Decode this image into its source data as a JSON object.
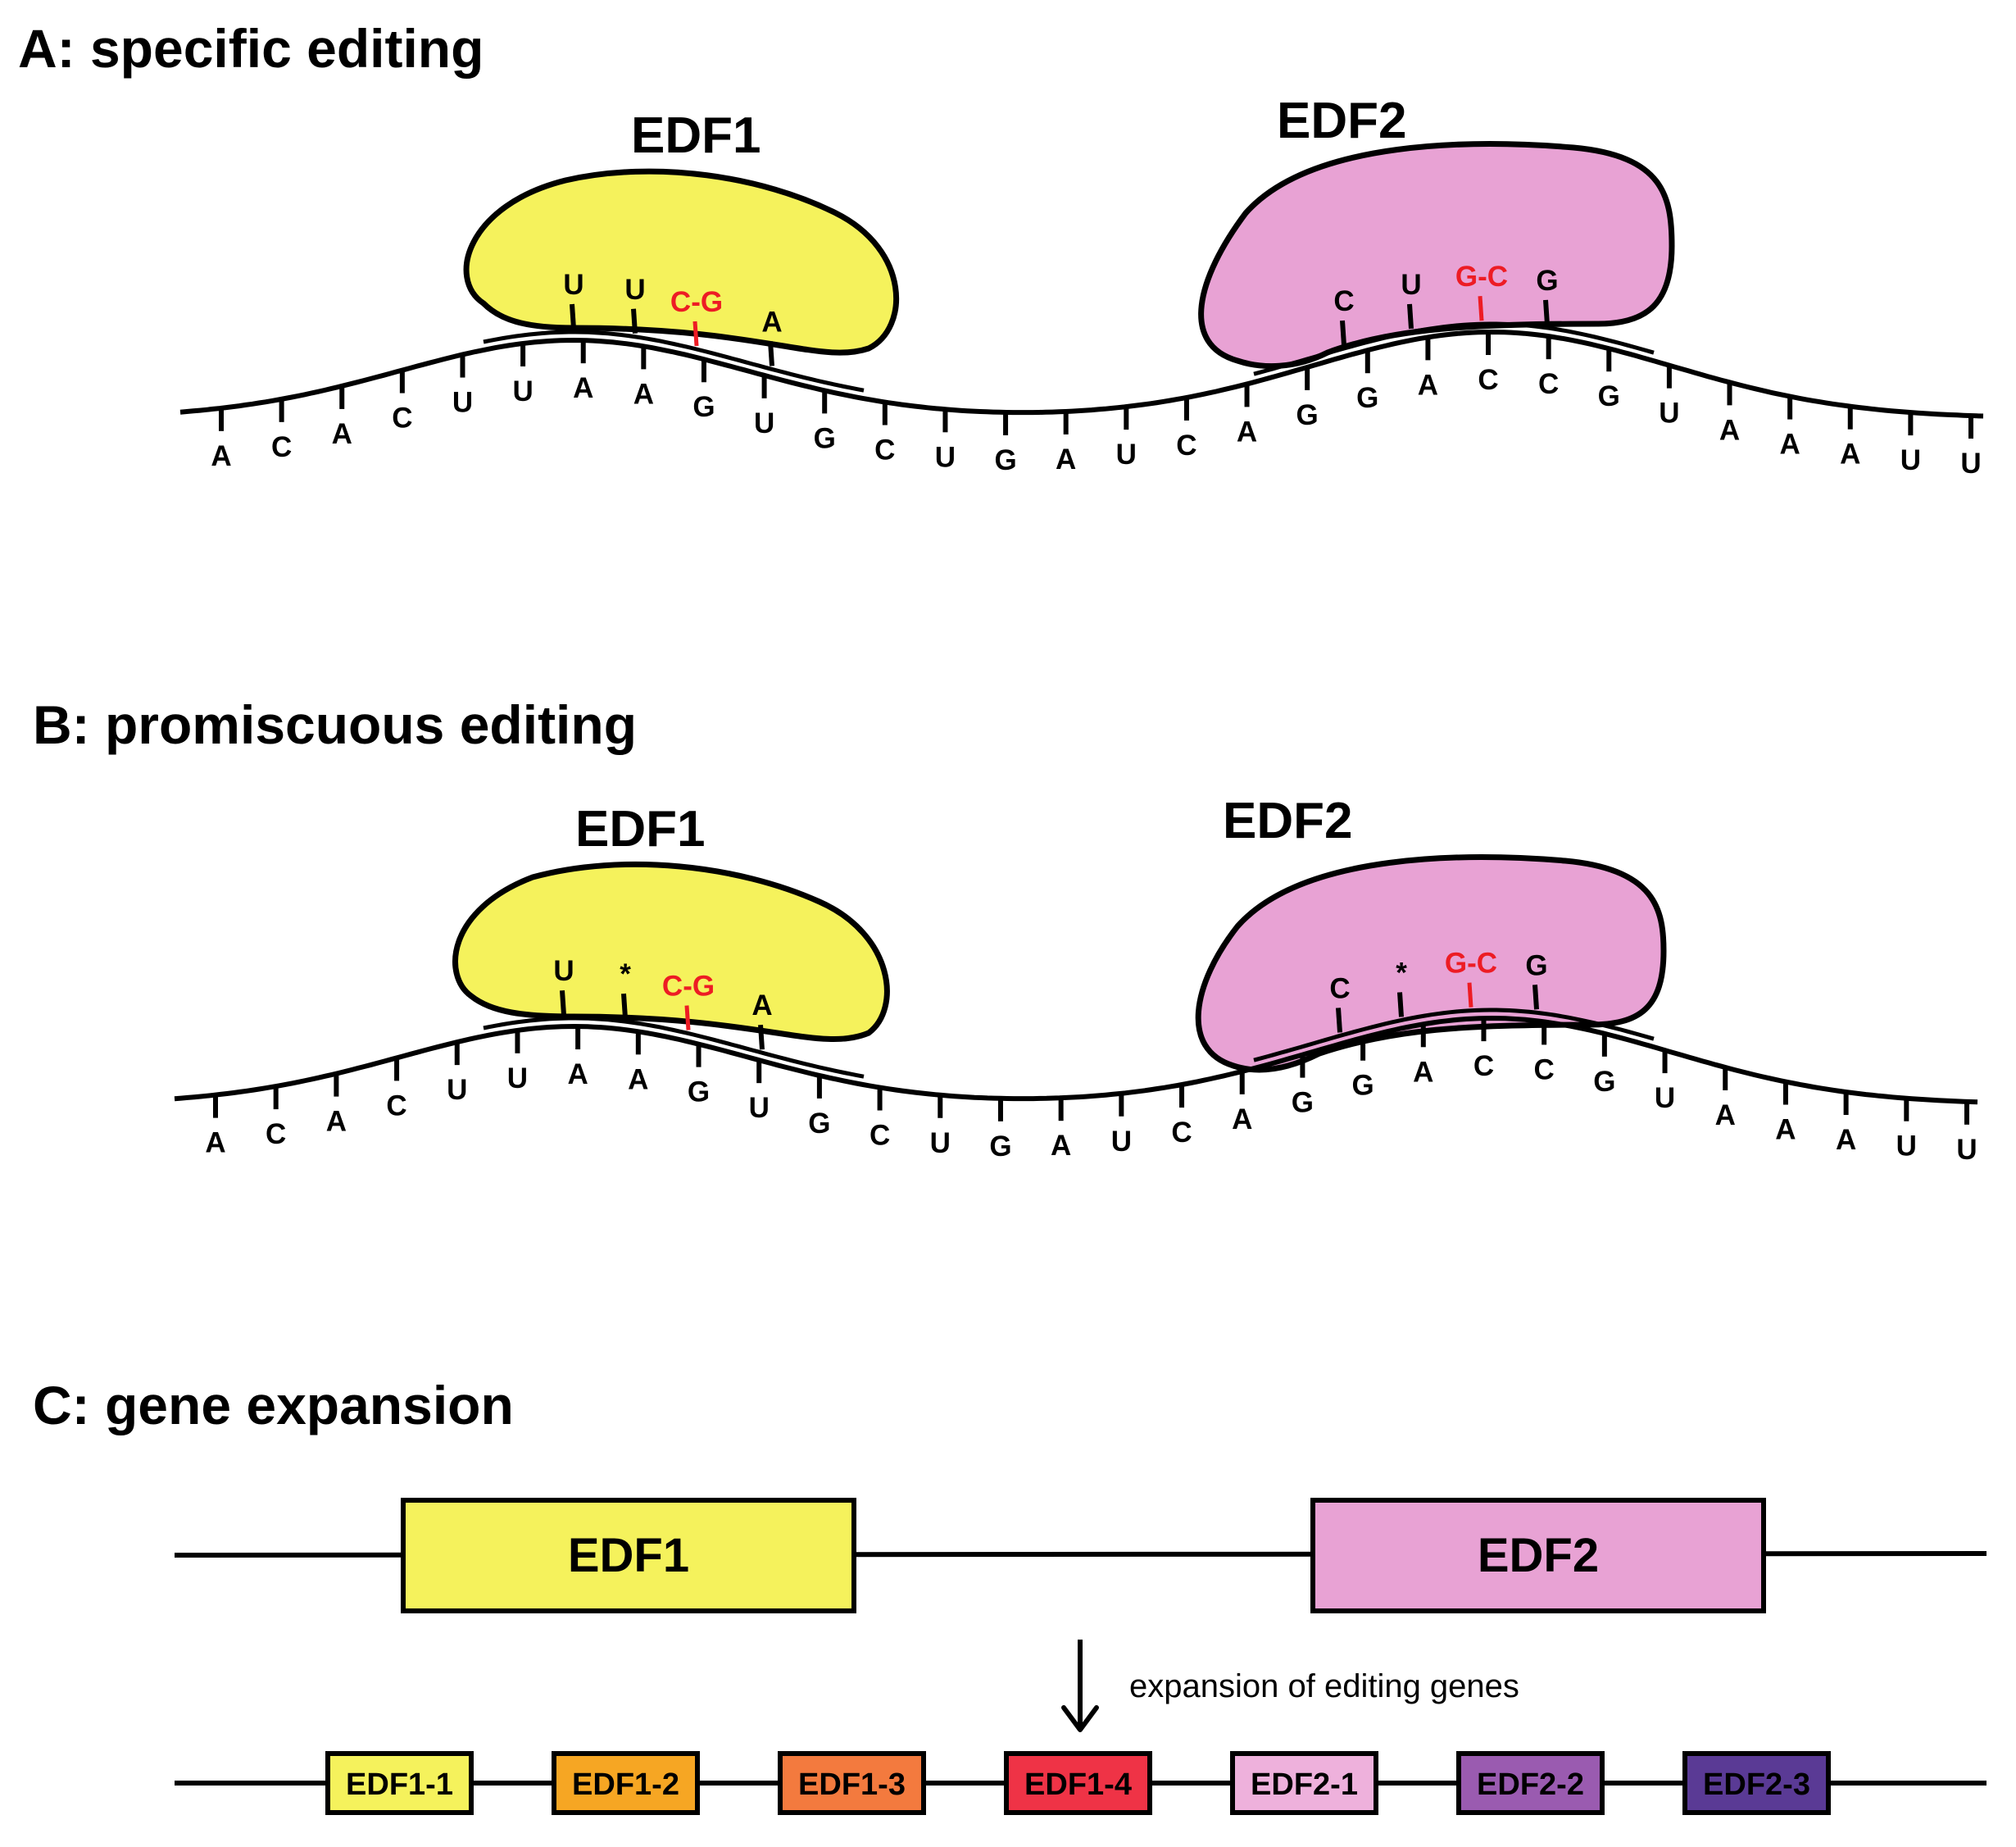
{
  "panels": {
    "a": {
      "title": "A: specific editing",
      "edf1_label": "EDF1",
      "edf2_label": "EDF2"
    },
    "b": {
      "title": "B: promiscuous editing",
      "edf1_label": "EDF1",
      "edf2_label": "EDF2"
    },
    "c": {
      "title": "C: gene expansion",
      "edf1_label": "EDF1",
      "edf2_label": "EDF2",
      "arrow_note": "expansion of editing genes"
    }
  },
  "rna_sequence": [
    "A",
    "C",
    "A",
    "C",
    "U",
    "U",
    "A",
    "A",
    "G",
    "U",
    "G",
    "C",
    "U",
    "G",
    "A",
    "U",
    "C",
    "A",
    "G",
    "G",
    "A",
    "C",
    "C",
    "G",
    "U",
    "A",
    "A",
    "A",
    "U",
    "U"
  ],
  "edf1_bound": {
    "a": [
      {
        "text": "U",
        "red": false
      },
      {
        "text": "U",
        "red": false
      },
      {
        "text": "C-G",
        "red": true
      },
      {
        "text": "A",
        "red": false
      }
    ],
    "b": [
      {
        "text": "U",
        "red": false
      },
      {
        "text": "*",
        "red": false
      },
      {
        "text": "C-G",
        "red": true
      },
      {
        "text": "A",
        "red": false
      }
    ]
  },
  "edf2_bound": {
    "a": [
      {
        "text": "C",
        "red": false
      },
      {
        "text": "U",
        "red": false
      },
      {
        "text": "G-C",
        "red": true
      },
      {
        "text": "G",
        "red": false
      }
    ],
    "b": [
      {
        "text": "C",
        "red": false
      },
      {
        "text": "*",
        "red": false
      },
      {
        "text": "G-C",
        "red": true
      },
      {
        "text": "G",
        "red": false
      }
    ]
  },
  "colors": {
    "edf1": "#f5f25c",
    "edf2": "#e8a2d4",
    "edit_red": "#ed1c24"
  },
  "expanded_genes": [
    {
      "label": "EDF1-1",
      "color": "#f5f25c"
    },
    {
      "label": "EDF1-2",
      "color": "#f6a623"
    },
    {
      "label": "EDF1-3",
      "color": "#f37a3e"
    },
    {
      "label": "EDF1-4",
      "color": "#ef3346"
    },
    {
      "label": "EDF2-1",
      "color": "#eeb1dc"
    },
    {
      "label": "EDF2-2",
      "color": "#9a5bb0"
    },
    {
      "label": "EDF2-3",
      "color": "#5a3a95"
    }
  ]
}
